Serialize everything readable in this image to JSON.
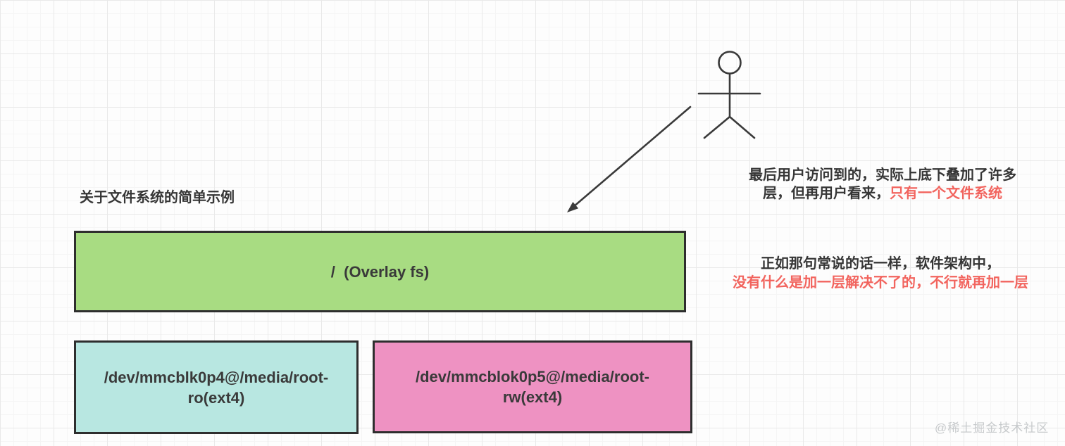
{
  "diagram": {
    "title": "关于文件系统的简单示例",
    "boxes": {
      "overlay_fs": {
        "label": "/  (Overlay fs)",
        "fill": "#a8dc82"
      },
      "root_ro": {
        "label": "/dev/mmcblk0p4@/media/root-\nro(ext4)",
        "fill": "#b8e7e1"
      },
      "root_rw": {
        "label": "/dev/mmcblok0p5@/media/root-\nrw(ext4)",
        "fill": "#ee92c2"
      }
    },
    "annotations": {
      "user_view": {
        "line1": "最后用户访问到的，实际上底下叠加了许多",
        "line2_black": "层，但再用户看来，",
        "line2_red": "只有一个文件系统"
      },
      "architecture_quote": {
        "line1": "正如那句常说的话一样，软件架构中，",
        "line2_red": "没有什么是加一层解决不了的，不行就再加一层"
      }
    },
    "icons": {
      "user_figure": "stick-figure-icon",
      "pointer": "arrow-down-left-icon"
    },
    "colors": {
      "accent_red": "#f2645e",
      "stroke_dark": "#3a3a3a",
      "overlay_green": "#a8dc82",
      "ro_cyan": "#b8e7e1",
      "rw_pink": "#ee92c2"
    },
    "watermark": "@稀土掘金技术社区"
  }
}
